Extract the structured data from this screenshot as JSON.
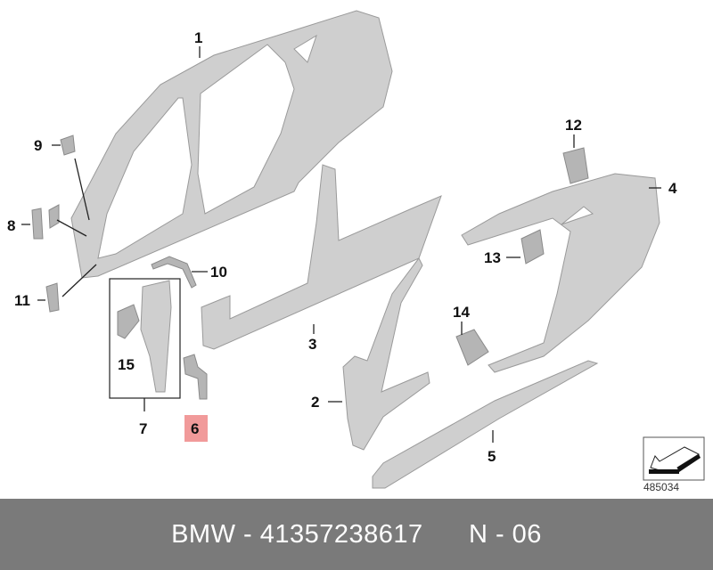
{
  "callouts": {
    "p1": "1",
    "p2": "2",
    "p3": "3",
    "p4": "4",
    "p5": "5",
    "p6": "6",
    "p7": "7",
    "p8": "8",
    "p9": "9",
    "p10": "10",
    "p11": "11",
    "p12": "12",
    "p13": "13",
    "p14": "14",
    "p15": "15"
  },
  "highlighted_part": "6",
  "highlight_color": "#f19a9a",
  "image_number": "485034",
  "footer": {
    "brand": "BMW",
    "part_number": "41357238617",
    "position": "N - 06",
    "text": "BMW - 41357238617      N - 06"
  }
}
